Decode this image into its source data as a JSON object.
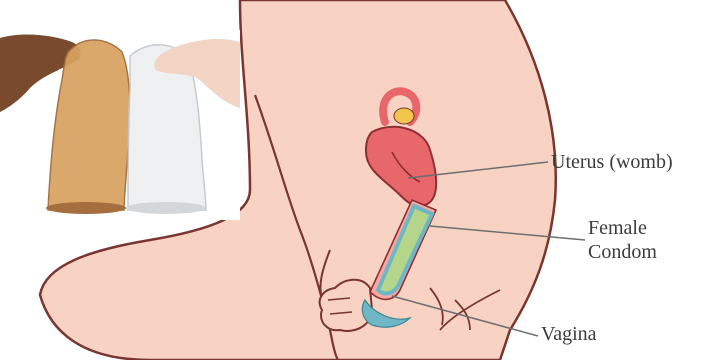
{
  "labels": {
    "uterus": "Uterus (womb)",
    "condom_line1": "Female",
    "condom_line2": "Condom",
    "vagina": "Vagina"
  },
  "colors": {
    "skin": "#f8d3c4",
    "outline": "#7a3530",
    "uterus": "#e8676b",
    "ovary_tube": "#f2c64e",
    "condom_green": "#b5d68a",
    "condom_teal": "#6fb7c4",
    "label_text": "#3c3c3c",
    "leader_line": "#6e6e6e"
  },
  "icons": [
    "photo-female-condom-tan",
    "photo-female-condom-clear"
  ]
}
